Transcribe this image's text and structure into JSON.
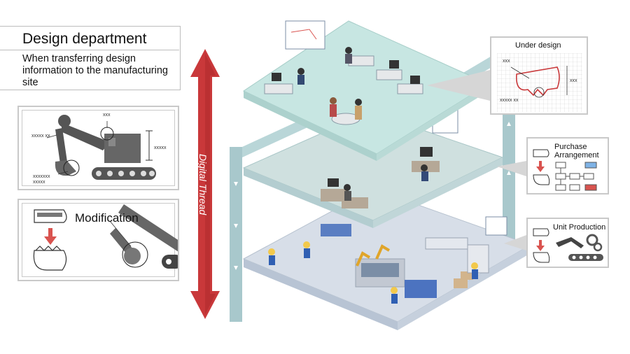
{
  "header": {
    "title": "Design department",
    "subtitle": "When transferring design information to the manufacturing site"
  },
  "left_panels": {
    "drawing_labels": {
      "top": "xxx",
      "left": "xxxxx xx",
      "right": "xxxxx",
      "bottom": "xxxxxxx xxxxx"
    },
    "modification_label": "Modification"
  },
  "digital_thread": {
    "label": "Digital Thread",
    "color": "#c9383a"
  },
  "callouts": {
    "under_design": {
      "title": "Under design",
      "label_top": "xxx",
      "label_right": "xxx",
      "label_bottom": "xxxxx xx"
    },
    "purchase": {
      "title": "Purchase Arrangement"
    },
    "unit_production": {
      "title": "Unit Production"
    }
  },
  "colors": {
    "floor_top": "#c7e6e2",
    "floor_mid": "#cfe0df",
    "floor_bottom": "#d7dee8",
    "frame": "#8fb7bf",
    "accent_red": "#d9534f"
  }
}
